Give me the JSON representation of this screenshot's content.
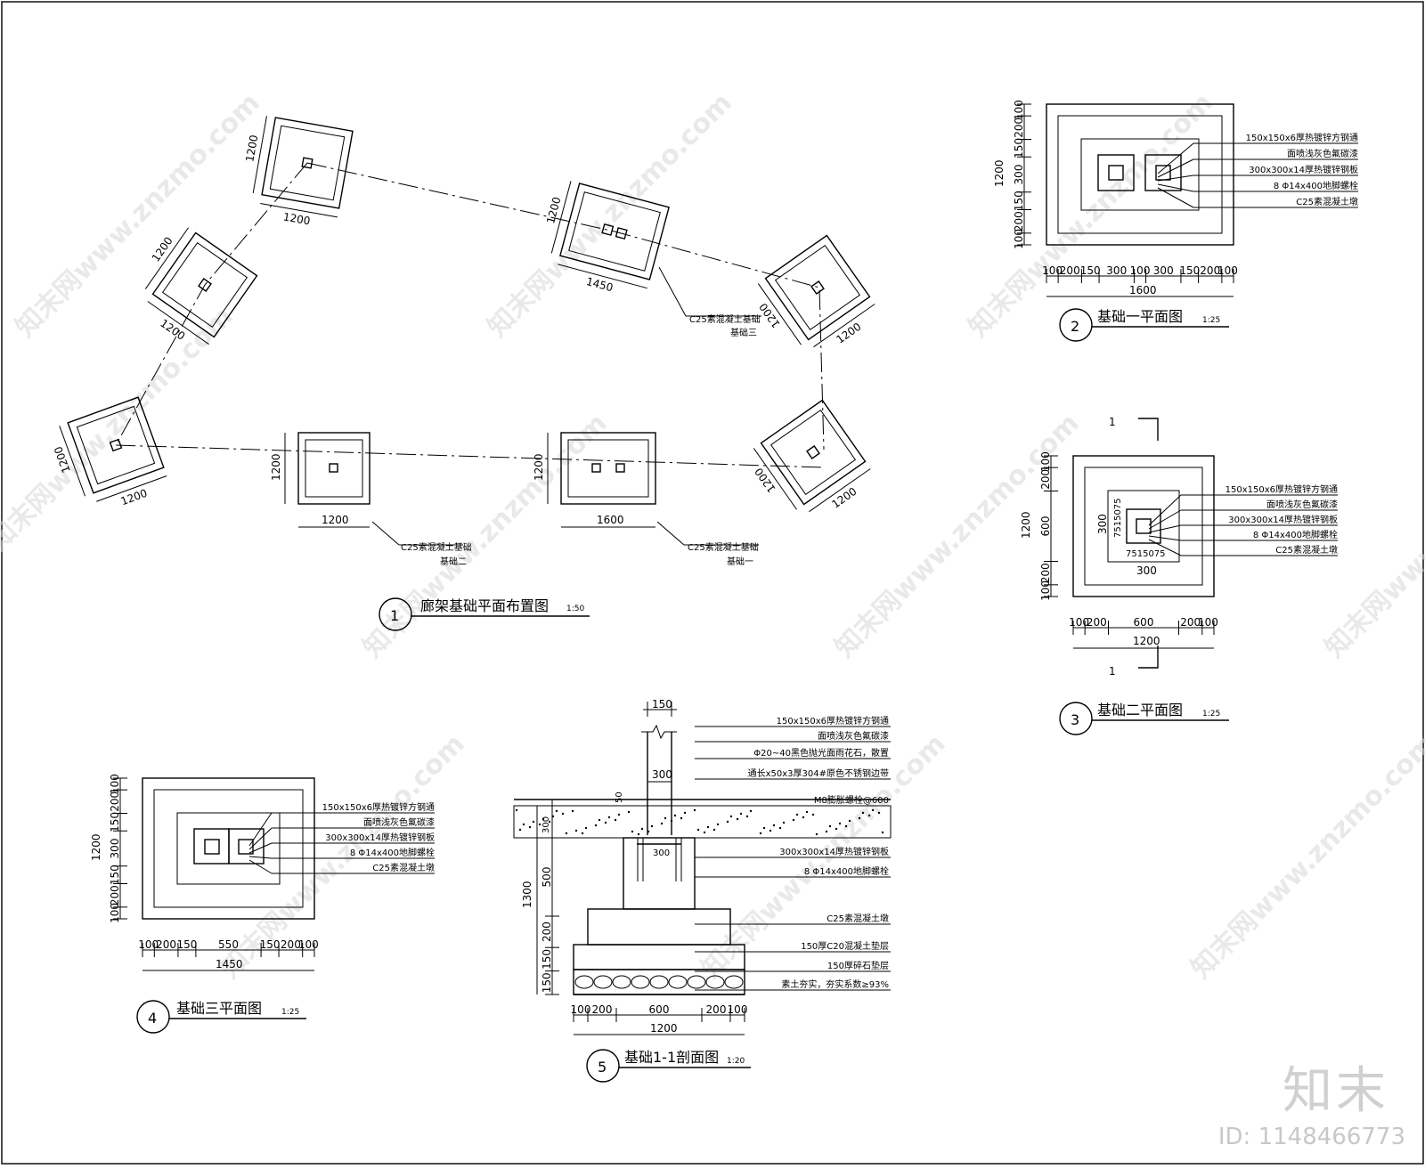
{
  "views": {
    "v1": {
      "num": "1",
      "title": "廊架基础平面布置图",
      "scale": "1:50"
    },
    "v2": {
      "num": "2",
      "title": "基础一平面图",
      "scale": "1:25"
    },
    "v3": {
      "num": "3",
      "title": "基础二平面图",
      "scale": "1:25"
    },
    "v4": {
      "num": "4",
      "title": "基础三平面图",
      "scale": "1:25"
    },
    "v5": {
      "num": "5",
      "title": "基础1-1剖面图",
      "scale": "1:20"
    }
  },
  "plan_notes": {
    "f3": [
      "C25素混凝土基础",
      "基础三"
    ],
    "f2": [
      "C25素混凝土基础",
      "基础二"
    ],
    "f1": [
      "C25素混凝土基础",
      "基础一"
    ]
  },
  "plan_dims": {
    "d1200": "1200",
    "d1450": "1450",
    "d1600": "1600"
  },
  "pier_notes": [
    "150x150x6厚热镀锌方钢通",
    "面喷浅灰色氟碳漆",
    "300x300x14厚热镀锌钢板",
    "8 Φ14x400地脚螺栓",
    "C25素混凝土墩"
  ],
  "v2_dims": {
    "horizontal": [
      "100",
      "200",
      "150",
      "300",
      "100",
      "300",
      "150",
      "200",
      "100"
    ],
    "total": "1600",
    "vertical": [
      "100",
      "200",
      "150",
      "300",
      "150",
      "200",
      "100"
    ],
    "vtotal": "1200"
  },
  "v3_dims": {
    "horizontal": [
      "100",
      "200",
      "600",
      "200",
      "100"
    ],
    "total": "1200",
    "vertical": [
      "100",
      "200",
      "600",
      "200",
      "100"
    ],
    "vtotal": "1200",
    "inner_h": "300",
    "inner_v": [
      "75",
      "150",
      "75"
    ],
    "inner_text": "7515075",
    "inner_v300": "300",
    "section_mark": "1"
  },
  "v4_dims": {
    "horizontal": [
      "100",
      "200",
      "150",
      "550",
      "150",
      "200",
      "100"
    ],
    "total": "1450",
    "vertical": [
      "100",
      "200",
      "150",
      "300",
      "150",
      "200",
      "100"
    ],
    "vtotal": "1200"
  },
  "v5_notes": [
    "150x150x6厚热镀锌方钢通",
    "面喷浅灰色氟碳漆",
    "Φ20~40黑色抛光面雨花石，散置",
    "通长x50x3厚304#原色不锈钢边带",
    "M8膨胀螺栓@600",
    "300x300x14厚热镀锌钢板",
    "8 Φ14x400地脚螺栓",
    "C25素混凝土墩",
    "150厚C20混凝土垫层",
    "150厚碎石垫层",
    "素土夯实，夯实系数≥93%"
  ],
  "v5_dims": {
    "top": "150",
    "col300": "300",
    "d50": "50",
    "d300v": "300",
    "d300h": "300",
    "vertical": [
      "500",
      "200",
      "150",
      "150"
    ],
    "vtotal": "1300",
    "horizontal": [
      "100",
      "200",
      "600",
      "200",
      "100"
    ],
    "total": "1200"
  },
  "watermark": "知末网www.znzmo.com",
  "brand": "知末",
  "image_id": "ID: 1148466773"
}
